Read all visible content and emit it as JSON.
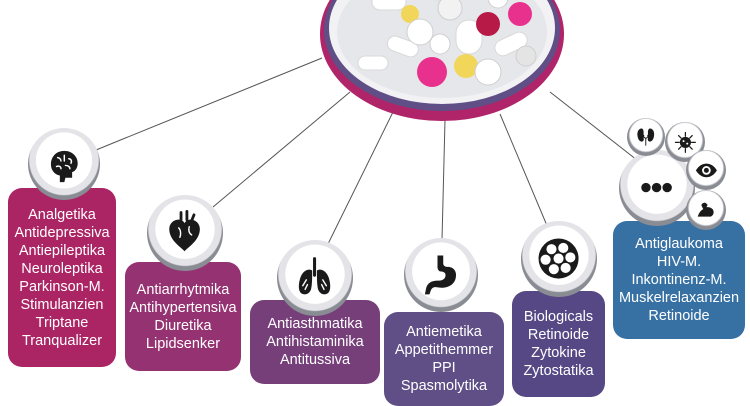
{
  "colors": {
    "card_1": "#ab2565",
    "card_2": "#953272",
    "card_3": "#763f7a",
    "card_4": "#5f4f86",
    "card_5": "#564884",
    "card_6": "#3771a4",
    "ring_outer": "#8a8c94",
    "connector": "#555555"
  },
  "center": {
    "icon": "pills-bowl-image"
  },
  "groups": [
    {
      "icon": "brain-icon",
      "items": [
        "Analgetika",
        "Antidepressiva",
        "Antiepileptika",
        "Neuroleptika",
        "Parkinson-M.",
        "Stimulanzien",
        "Triptane",
        "Tranqualizer"
      ]
    },
    {
      "icon": "heart-icon",
      "items": [
        "Antiarrhytmika",
        "Antihypertensiva",
        "Diuretika",
        "Lipidsenker"
      ]
    },
    {
      "icon": "lungs-icon",
      "items": [
        "Antiasthmatika",
        "Antihistaminika",
        "Antitussiva"
      ]
    },
    {
      "icon": "stomach-icon",
      "items": [
        "Antiemetika",
        "Appetithemmer",
        "PPI",
        "Spasmolytika"
      ]
    },
    {
      "icon": "cell-cluster-icon",
      "items": [
        "Biologicals",
        "Retinoide",
        "Zytokine",
        "Zytostatika"
      ]
    },
    {
      "icon": "ellipsis-icon",
      "sub_icons": [
        "kidney-icon",
        "virus-icon",
        "eye-icon",
        "muscle-icon"
      ],
      "items": [
        "Antiglaukoma",
        "HIV-M.",
        "Inkontinenz-M.",
        "Muskelrelaxanzien",
        "Retinoide"
      ]
    }
  ]
}
